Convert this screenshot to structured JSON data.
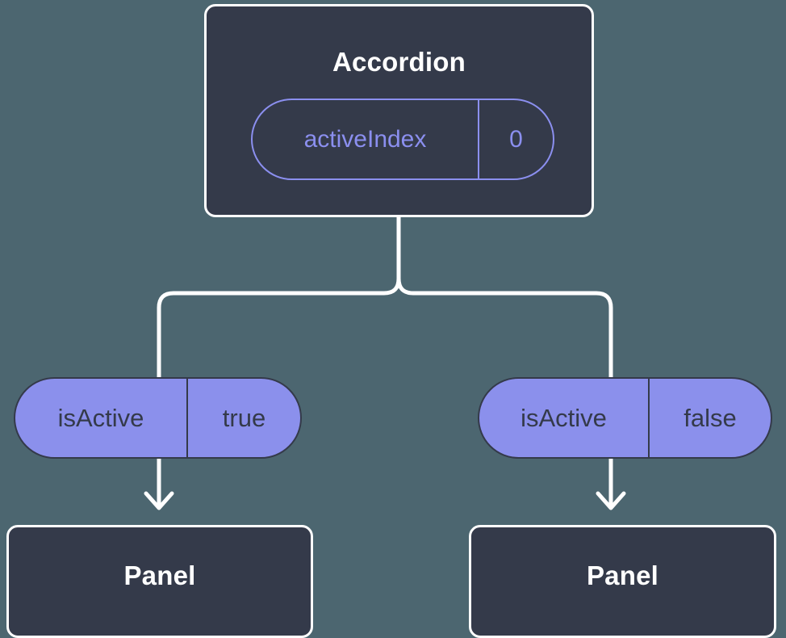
{
  "diagram": {
    "type": "component-state-tree",
    "background_color": "#4c6670",
    "node_fill_color": "#343a4a",
    "node_border_color": "#ffffff",
    "pill_fill_color": "#8b90ec",
    "pill_outline_color": "#8b8fef",
    "connector_color": "#ffffff",
    "root": {
      "title": "Accordion",
      "prop": {
        "key": "activeIndex",
        "value": "0"
      }
    },
    "branches": [
      {
        "prop": {
          "key": "isActive",
          "value": "true"
        },
        "child_title": "Panel"
      },
      {
        "prop": {
          "key": "isActive",
          "value": "false"
        },
        "child_title": "Panel"
      }
    ]
  }
}
